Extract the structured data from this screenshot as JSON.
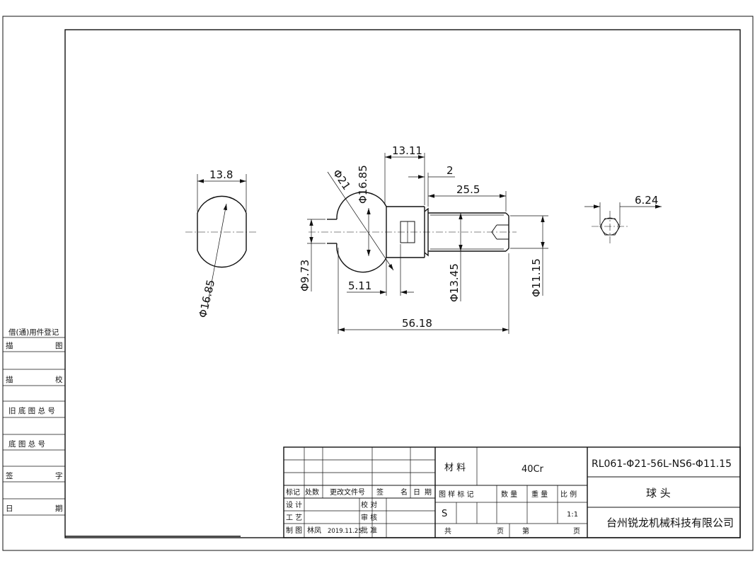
{
  "dimensions": {
    "d_13_8": "13.8",
    "d_phi_16_85_left": "Φ16.85",
    "d_13_11": "13.11",
    "d_2": "2",
    "d_phi21": "Φ21",
    "d_phi_16_85_main": "Φ16.85",
    "d_25_5": "25.5",
    "d_phi_9_73": "Φ9.73",
    "d_5_11": "5.11",
    "d_phi_13_45": "Φ13.45",
    "d_phi_11_15": "Φ11.15",
    "d_56_18": "56.18",
    "d_6_24": "6.24"
  },
  "side_register": {
    "title": "借(通)用件登记",
    "rows": [
      {
        "left": "描",
        "right": "图"
      },
      {
        "left": "描",
        "right": "校"
      },
      {
        "full": "旧 底 图 总 号"
      },
      {
        "full": "底 图 总 号"
      },
      {
        "left": "签",
        "right": "字"
      },
      {
        "left": "日",
        "right": "期"
      }
    ]
  },
  "title_block": {
    "rev_headers": [
      "标记",
      "处数",
      "更改文件号",
      "签",
      "名",
      "日",
      "期"
    ],
    "design": "设 计",
    "process": "工 艺",
    "drawn": "制 图",
    "drawn_by": "林凤",
    "drawn_date": "2019.11.25",
    "check": "校 对",
    "review": "审 核",
    "approve": "批 准",
    "material_label": "材 料",
    "material_value": "40Cr",
    "stage_headers": [
      "图 样 标 记",
      "数 量",
      "重 量",
      "比 例"
    ],
    "stage_mark": "S",
    "scale": "1:1",
    "total": "共",
    "pages": "页",
    "sheet_no": "第",
    "sheet_pages": "页",
    "part_number": "RL061-Φ21-56L-NS6-Φ11.15",
    "part_name": "球 头",
    "company": "台州锐龙机械科技有限公司"
  }
}
